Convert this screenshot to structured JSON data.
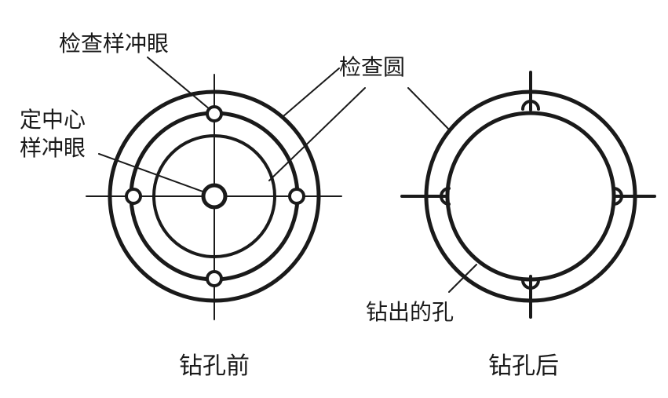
{
  "labels": {
    "check_sample_punch": "检查样冲眼",
    "check_circle": "检查圆",
    "center_line1": "定中心",
    "center_line2": "样冲眼",
    "drilled_hole": "钻出的孔"
  },
  "captions": {
    "before": "钻孔前",
    "after": "钻孔后"
  },
  "colors": {
    "stroke": "#1a1a1a",
    "background": "#ffffff"
  }
}
